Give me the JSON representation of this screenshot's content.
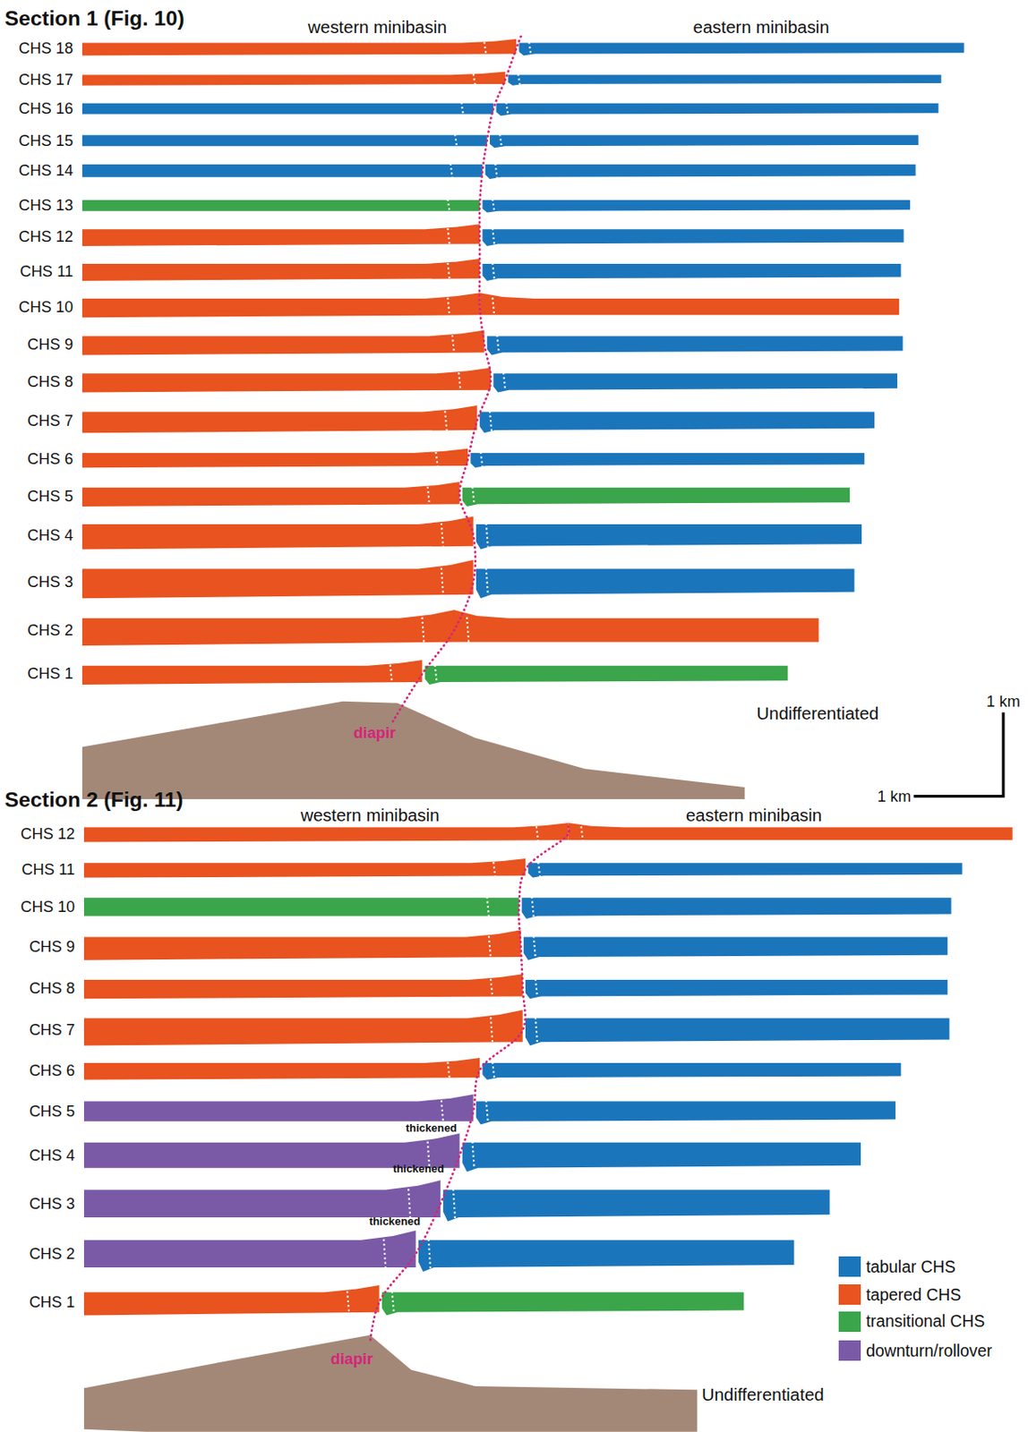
{
  "diagram": {
    "labels": [
      "Section 1 (Fig. 10)",
      "western minibasin",
      "eastern minibasin",
      "CHS 18",
      "CHS 17",
      "CHS 16",
      "CHS 15",
      "CHS 14",
      "CHS 13",
      "CHS 12",
      "CHS 11",
      "CHS 10",
      "CHS 9",
      "CHS 8",
      "CHS 7",
      "CHS 6",
      "CHS 5",
      "CHS 4",
      "CHS 3",
      "CHS 2",
      "CHS 1",
      "Undifferentiated",
      "diapir",
      "1 km",
      "1 km",
      "Section 2 (Fig. 11)",
      "western minibasin",
      "eastern minibasin",
      "CHS 12",
      "CHS 11",
      "CHS 10",
      "CHS 9",
      "CHS 8",
      "CHS 7",
      "CHS 6",
      "CHS 5",
      "CHS 4",
      "CHS 3",
      "CHS 2",
      "CHS 1",
      "thickened",
      "thickened",
      "thickened",
      "diapir",
      "Undifferentiated"
    ],
    "legend": [
      {
        "text": "tabular CHS",
        "color": "#1b75bb"
      },
      {
        "text": "tapered CHS",
        "color": "#e8531f"
      },
      {
        "text": "transitional CHS",
        "color": "#3aa54a"
      },
      {
        "text": "downturn/rollover",
        "color": "#7a5aa6"
      }
    ]
  }
}
